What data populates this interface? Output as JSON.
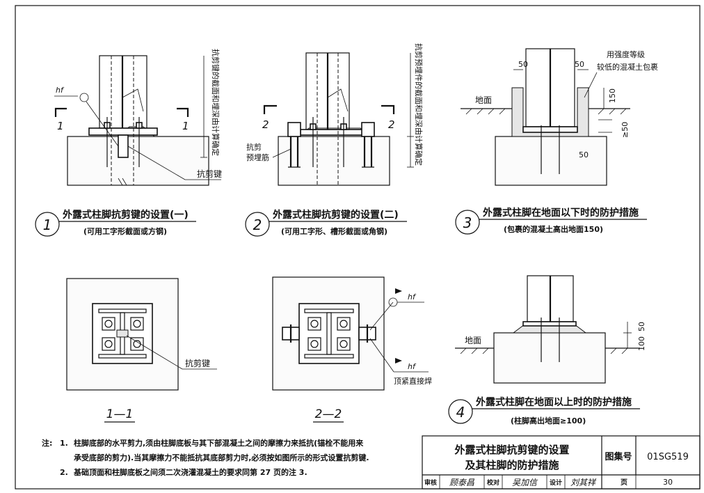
{
  "details": [
    {
      "number": "1",
      "title": "外露式柱脚抗剪键的设置(一)",
      "subtitle": "(可用工字形截面或方钢)"
    },
    {
      "number": "2",
      "title": "外露式柱脚抗剪键的设置(二)",
      "subtitle": "(可用工字形、槽形截面或角钢)"
    },
    {
      "number": "3",
      "title": "外露式柱脚在地面以下时的防护措施",
      "subtitle": "(包裹的混凝土高出地面150)"
    },
    {
      "number": "4",
      "title": "外露式柱脚在地面以上时的防护措施",
      "subtitle": "(柱脚高出地面≥100)"
    }
  ],
  "labels": {
    "hf": "hf",
    "section_1": "1",
    "section_2": "2",
    "shear_key": "抗剪键",
    "embedded_bar_1": "抗剪",
    "embedded_bar_2": "预埋筋",
    "vertical_note_1": "抗剪键的截面和埋深由计算确定",
    "vertical_note_2": "抗剪预埋件的截面和埋深由计算确定",
    "ground": "地面",
    "encase_note_1": "用强度等级",
    "encase_note_2": "较低的混凝土包裹",
    "dim_50": "50",
    "dim_150": "150",
    "dim_ge50": "≥50",
    "dim_100": "100",
    "top_weld": "顶紧直接焊",
    "section_view_1": "1—1",
    "section_view_2": "2—2"
  },
  "notes": {
    "prefix": "注:",
    "n1_num": "1.",
    "n1_line1": "柱脚底部的水平剪力,须由柱脚底板与其下部混凝土之间的摩擦力来抵抗(锚栓不能用来",
    "n1_line2": "承受底部的剪力).当其摩擦力不能抵抗其底部剪力时,必须按如图所示的形式设置抗剪键.",
    "n2_num": "2.",
    "n2_line1": "基础顶面和柱脚底板之间须二次浇灌混凝土的要求同第 27 页的注 3."
  },
  "title_block": {
    "title_line1": "外露式柱脚抗剪键的设置",
    "title_line2": "及其柱脚的防护措施",
    "atlas_label": "图集号",
    "atlas_no": "01SG519",
    "review_label": "审核",
    "reviewer": "顾泰昌",
    "check_label": "校对",
    "checker": "吴加信",
    "design_label": "设计",
    "designer": "刘其祥",
    "page_label": "页",
    "page_no": "30"
  }
}
